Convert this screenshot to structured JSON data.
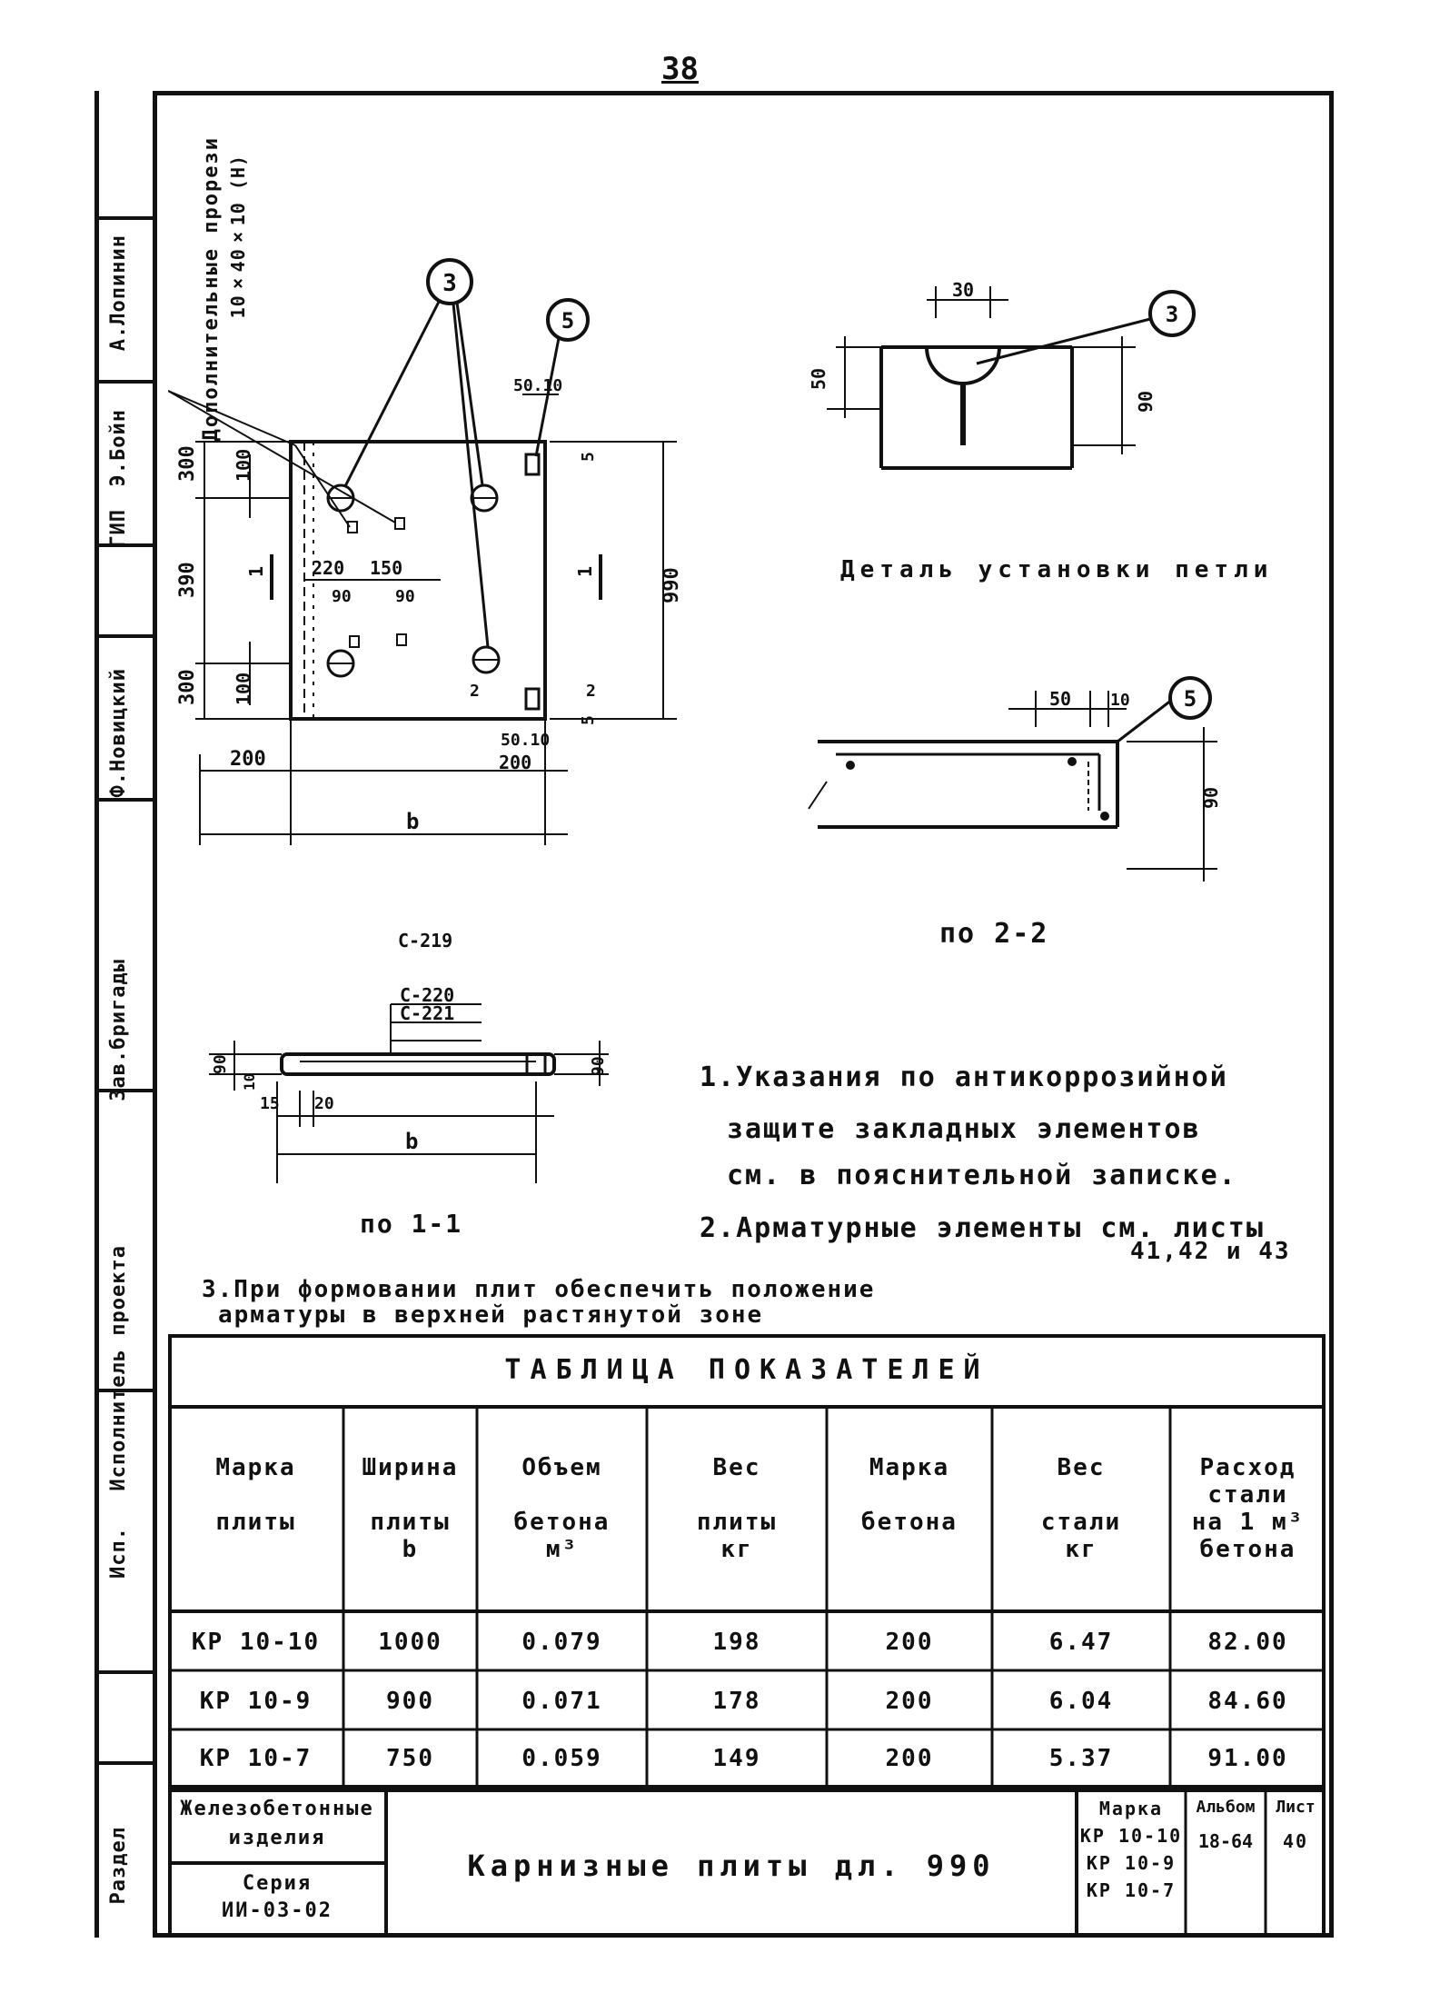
{
  "sheet_number": "38",
  "side_strip": {
    "labels": [
      "А.Лопинин",
      "Э.Бойн",
      "ГИП",
      "Ф.Новицкий",
      "Зав.бригады",
      "Исполнитель проекта",
      "Исп.",
      "Раздел"
    ]
  },
  "plan_view": {
    "callout_title": "Дополнительные прорези",
    "callout_size": "10×40×10 (Н)",
    "markers": [
      "3",
      "5"
    ],
    "dims": {
      "top_right": "50.10",
      "right_small": "5",
      "left_300": "300",
      "left_100_top": "100",
      "left_390": "390",
      "left_300_bottom": "300",
      "left_100_bottom": "100",
      "section_a": "1",
      "section_b": "1",
      "inner_220": "220",
      "inner_150": "150",
      "inner_90a": "90",
      "inner_90b": "90",
      "overall_990": "990",
      "bottom_200": "200",
      "bottom_b": "b",
      "bottom_right_5010": "50.10",
      "bottom_right_200": "200",
      "section_c": "2",
      "section_d": "2",
      "right_5": "5"
    }
  },
  "detail_hook": {
    "title": "Деталь установки петли",
    "marker": "3",
    "dims": {
      "top": "30",
      "left": "50",
      "right": "90"
    }
  },
  "section_22": {
    "title": "по 2-2",
    "marker": "5",
    "dims": {
      "top_50": "50",
      "top_10": "10",
      "right_90": "90"
    }
  },
  "section_11": {
    "title": "по 1-1",
    "bars": [
      "С-219",
      "С-220",
      "С-221"
    ],
    "dims": {
      "left_90": "90",
      "left_10": "10",
      "right_90": "90",
      "bottom_15": "15",
      "bottom_20": "20",
      "bottom_b": "b"
    }
  },
  "notes": {
    "n1_line1": "1.Указания по антикоррозийной",
    "n1_line2": "защите закладных элементов",
    "n1_line3": "см. в пояснительной записке.",
    "n2_line1": "2.Арматурные элементы см. листы",
    "n2_line2": "41,42 и 43",
    "n3_line1": "3.При формовании плит обеспечить положение",
    "n3_line2": "арматуры в верхней растянутой зоне"
  },
  "table": {
    "title": "ТАБЛИЦА ПОКАЗАТЕЛЕЙ",
    "headers": [
      "Марка\n\nплиты",
      "Ширина\n\nплиты\nb",
      "Объем\n\nбетона\nм³",
      "Вес\n\nплиты\nкг",
      "Марка\n\nбетона",
      "Вес\n\nстали\nкг",
      "Расход\nстали\nна 1 м³\nбетона"
    ],
    "rows": [
      [
        "КР 10-10",
        "1000",
        "0.079",
        "198",
        "200",
        "6.47",
        "82.00"
      ],
      [
        "КР 10-9",
        "900",
        "0.071",
        "178",
        "200",
        "6.04",
        "84.60"
      ],
      [
        "КР 10-7",
        "750",
        "0.059",
        "149",
        "200",
        "5.37",
        "91.00"
      ]
    ]
  },
  "stamp": {
    "org_line1": "Железобетонные",
    "org_line2": "изделия",
    "series_line1": "Серия",
    "series_line2": "ИИ-03-02",
    "drawing_title": "Карнизные плиты дл. 990",
    "marks_header": "Марка",
    "marks": [
      "КР 10-10",
      "КР 10-9",
      "КР 10-7"
    ],
    "album_label": "Альбом",
    "album_value": "18-64",
    "sheet_label": "Лист",
    "sheet_value": "40"
  }
}
